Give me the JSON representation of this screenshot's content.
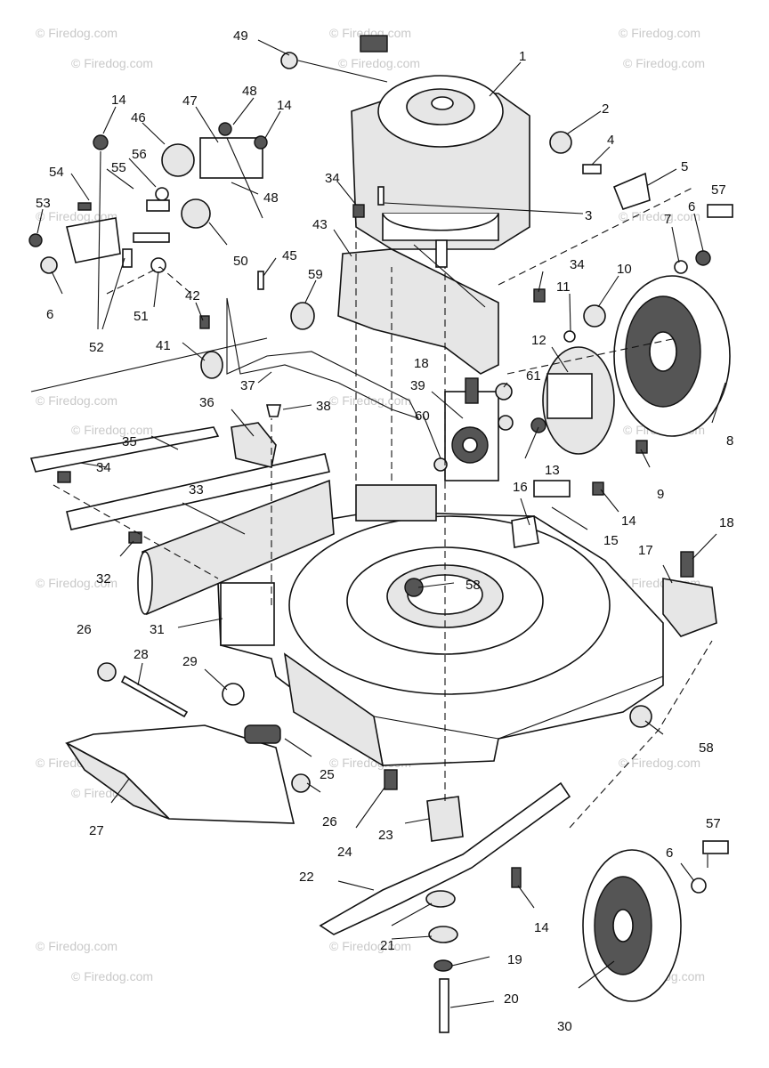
{
  "watermark_text": "© Firedog.com",
  "callouts": {
    "c1": "1",
    "c2": "2",
    "c3": "3",
    "c4": "4",
    "c5": "5",
    "c6a": "6",
    "c6b": "6",
    "c6c": "6",
    "c7": "7",
    "c8": "8",
    "c9": "9",
    "c10": "10",
    "c11": "11",
    "c12": "12",
    "c13": "13",
    "c14a": "14",
    "c14b": "14",
    "c14c": "14",
    "c14d": "14",
    "c15": "15",
    "c16": "16",
    "c17": "17",
    "c18a": "18",
    "c18b": "18",
    "c19": "19",
    "c20": "20",
    "c21": "21",
    "c22": "22",
    "c23": "23",
    "c24": "24",
    "c25": "25",
    "c26a": "26",
    "c26b": "26",
    "c27": "27",
    "c28": "28",
    "c29": "29",
    "c30": "30",
    "c31": "31",
    "c32": "32",
    "c33": "33",
    "c34a": "34",
    "c34b": "34",
    "c34c": "34",
    "c35": "35",
    "c36": "36",
    "c37": "37",
    "c38": "38",
    "c39": "39",
    "c41": "41",
    "c42": "42",
    "c43": "43",
    "c45": "45",
    "c46": "46",
    "c47": "47",
    "c48a": "48",
    "c48b": "48",
    "c49": "49",
    "c50": "50",
    "c51": "51",
    "c52": "52",
    "c53": "53",
    "c54": "54",
    "c55": "55",
    "c56": "56",
    "c57a": "57",
    "c57b": "57",
    "c58a": "58",
    "c58b": "58",
    "c59": "59",
    "c60": "60",
    "c61": "61"
  }
}
